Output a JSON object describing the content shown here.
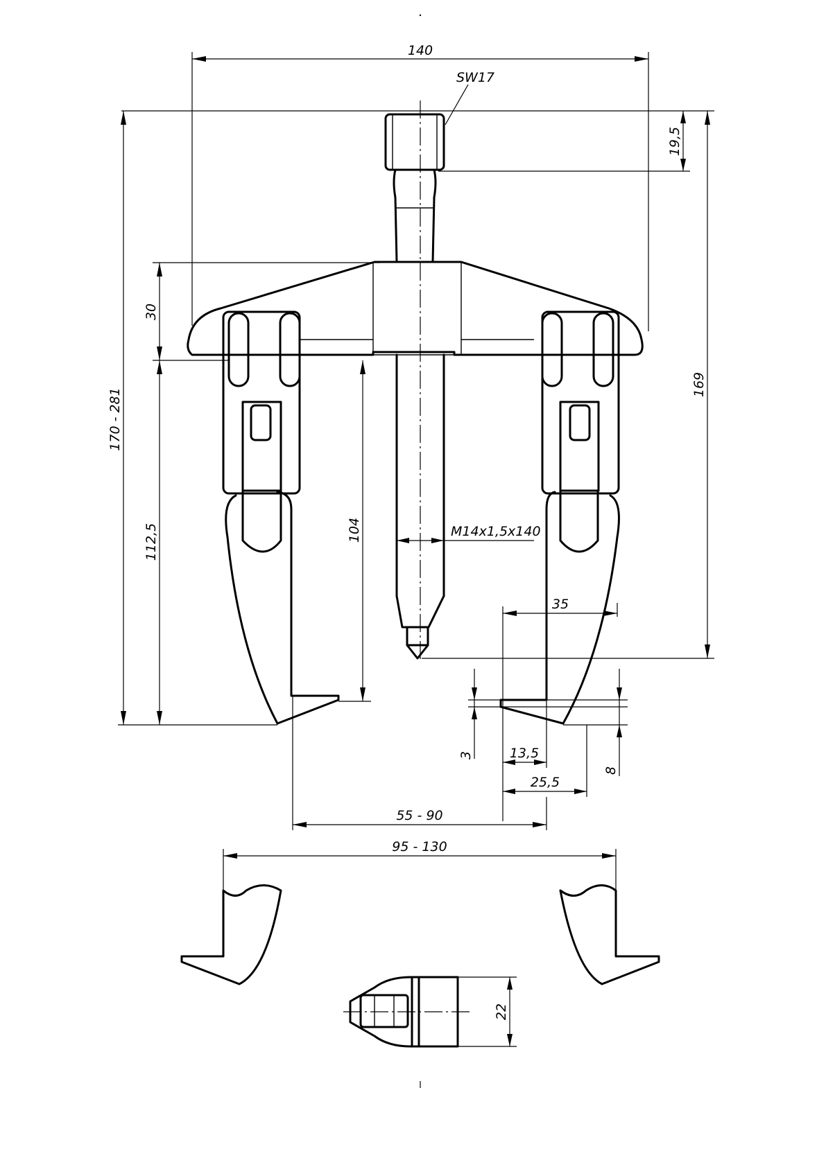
{
  "dimensions": {
    "overall_width": "140",
    "hex_size": "SW17",
    "hex_height": "19,5",
    "overall_height": "169",
    "yoke_thickness": "30",
    "range_height": "170 - 281",
    "jaw_length": "112,5",
    "spindle_reach": "104",
    "thread": "M14x1,5x140",
    "jaw_offset": "35",
    "lip_gap": "3",
    "lip_depth": "13,5",
    "lip_length": "25,5",
    "lip_height": "8",
    "inner_span": "55 - 90",
    "outer_span": "95 - 130",
    "jaw_width": "22"
  }
}
